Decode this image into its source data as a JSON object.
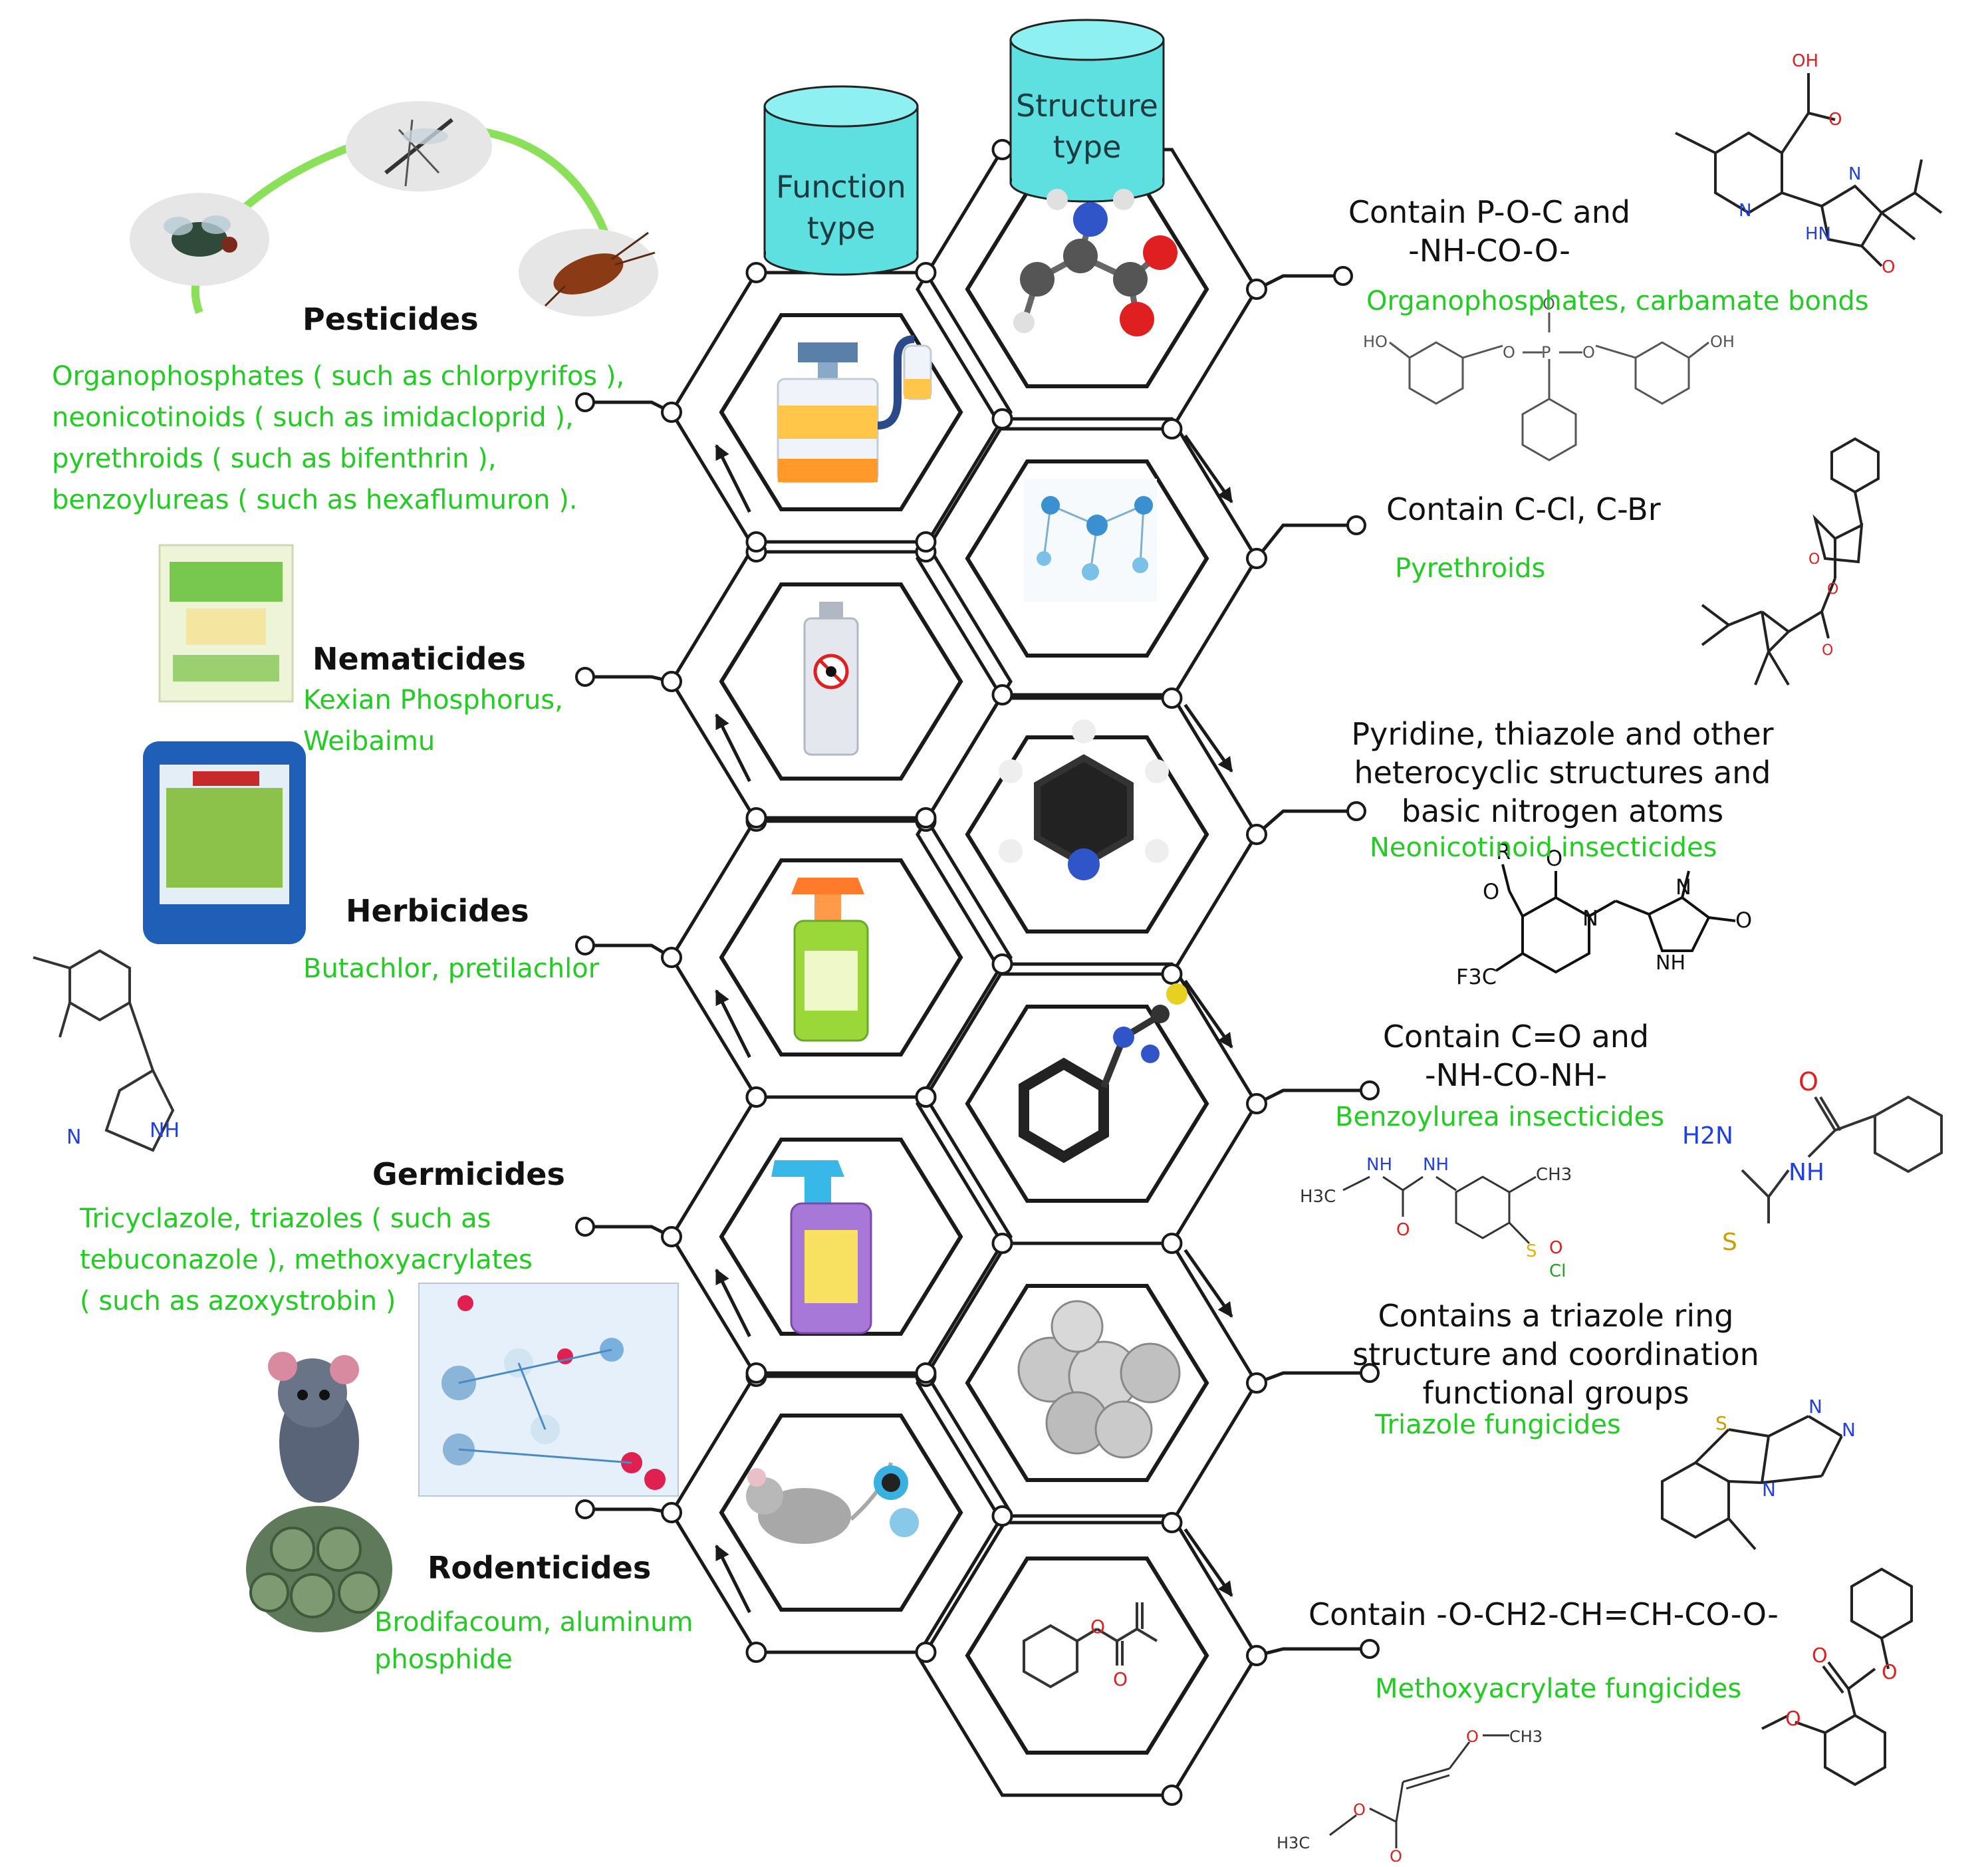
{
  "colors": {
    "title": "#111111",
    "subtitle": "#22cc22",
    "cylinder": "#5ee0e0",
    "line": "#1a1a1a",
    "oxygen": "#e02020",
    "nitrogen": "#2040e0",
    "sulfur": "#d0b000"
  },
  "cylinders": {
    "function": [
      "Function",
      "type"
    ],
    "structure": [
      "Structure",
      "type"
    ]
  },
  "function_types": [
    {
      "title": "Pesticides",
      "lines": [
        "Organophosphates ( such as chlorpyrifos ),",
        "neonicotinoids ( such as imidacloprid ),",
        "pyrethroids ( such as bifenthrin ),",
        "benzoylureas ( such as hexaflumuron )."
      ],
      "icon": "sprayer-icon"
    },
    {
      "title": "Nematicides",
      "lines": [
        "Kexian Phosphorus,",
        "Weibaimu"
      ],
      "icon": "aerosol-can-icon"
    },
    {
      "title": "Herbicides",
      "lines": [
        "Butachlor, pretilachlor"
      ],
      "icon": "spray-bottle-icon"
    },
    {
      "title": "Germicides",
      "lines": [
        "Tricyclazole, triazoles ( such as",
        "tebuconazole ), methoxyacrylates",
        "( such as azoxystrobin )"
      ],
      "icon": "trigger-sprayer-icon"
    },
    {
      "title": "Rodenticides",
      "lines": [
        "Brodifacoum, aluminum",
        "phosphide"
      ],
      "icon": "mouse-icon"
    }
  ],
  "structure_types": [
    {
      "lines": [
        "Contain P-O-C and",
        "-NH-CO-O-"
      ],
      "class": "Organophosphates, carbamate bonds",
      "icon": "ball-stick-molecule-icon"
    },
    {
      "lines": [
        "Contain C-Cl, C-Br"
      ],
      "class": "Pyrethroids",
      "icon": "molecular-network-icon"
    },
    {
      "lines": [
        "Pyridine, thiazole and other",
        "heterocyclic structures and",
        "basic nitrogen atoms"
      ],
      "class": "Neonicotinoid insecticides",
      "icon": "pyridine-model-icon"
    },
    {
      "lines": [
        "Contain C=O and",
        "-NH-CO-NH-"
      ],
      "class": "Benzoylurea insecticides",
      "icon": "phenylthiourea-model-icon"
    },
    {
      "lines": [
        "Contains a triazole ring",
        "structure and coordination",
        "functional groups"
      ],
      "class": "Triazole fungicides",
      "icon": "spore-cluster-icon"
    },
    {
      "lines": [
        "Contain -O-CH2-CH=CH-CO-O-"
      ],
      "class": "Methoxyacrylate fungicides",
      "icon": "ester-structure-icon"
    }
  ],
  "chem_labels": {
    "oh": "OH",
    "ho": "HO",
    "o": "O",
    "n": "N",
    "hn": "HN",
    "nh": "NH",
    "r": "R",
    "f3c": "F3C",
    "h3c": "H3C",
    "ch3": "CH3",
    "h2n": "H2N",
    "s": "S",
    "cl": "Cl",
    "p": "P"
  }
}
